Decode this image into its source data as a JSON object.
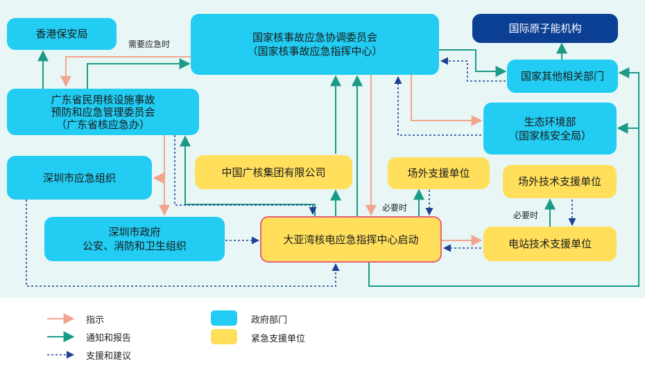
{
  "nodes": {
    "hk_security": "香港保安局",
    "nsc": [
      "国家核事故应急协调委员会",
      "（国家核事故应急指挥中心）"
    ],
    "iaea": "国际原子能机构",
    "gd_committee": [
      "广东省民用核设施事故",
      "预防和应急管理委员会",
      "（广东省核应急办）"
    ],
    "other_depts": "国家其他相关部门",
    "mee": [
      "生态环境部",
      "（国家核安全局）"
    ],
    "sz_emergency": "深圳市应急组织",
    "cgn": "中国广核集团有限公司",
    "offsite_support": "场外支援单位",
    "offsite_tech": "场外技术支援单位",
    "sz_gov": [
      "深圳市政府",
      "公安、消防和卫生组织"
    ],
    "center": "大亚湾核电应急指挥中心启动",
    "plant_tech": "电站技术支援单位"
  },
  "labels": {
    "when_needed": "需要应急时",
    "if_needed_1": "必要时",
    "if_needed_2": "必要时"
  },
  "legend": {
    "instruction": "指示",
    "notify": "通知和报告",
    "support": "支援和建议",
    "gov": "政府部门",
    "emergency_support": "紧急支援单位"
  },
  "colors": {
    "instruction": "#f2a58c",
    "notify": "#1b9a87",
    "support": "#1f3f94",
    "gov": "#22ccf2",
    "emergency_support": "#ffdf5c"
  }
}
